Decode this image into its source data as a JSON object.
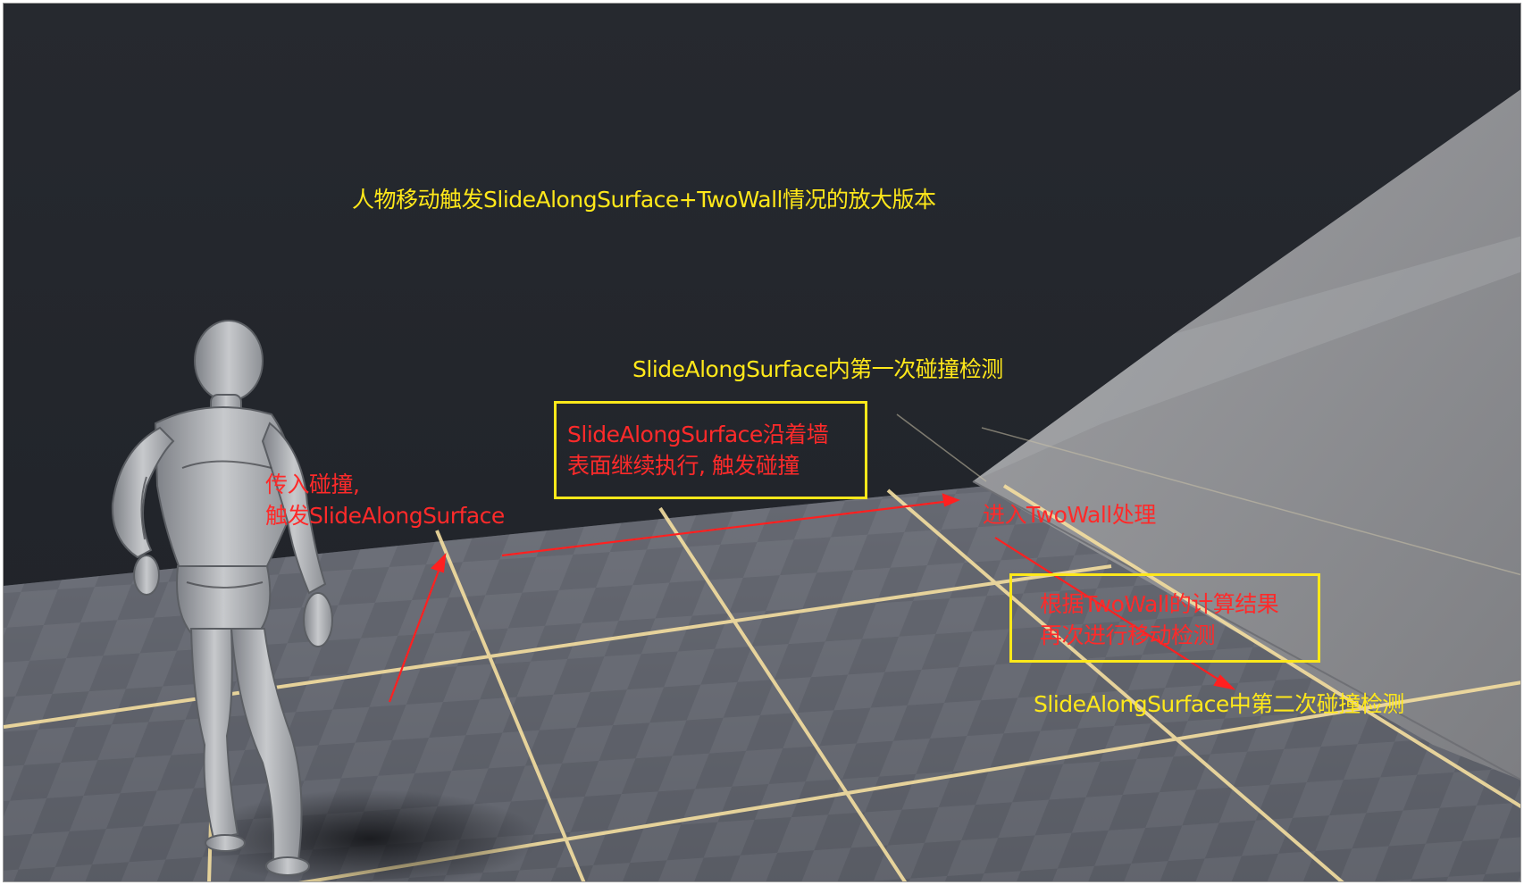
{
  "annotations": {
    "title": "人物移动触发SlideAlongSurface+TwoWall情况的放大版本",
    "first_check": "SlideAlongSurface内第一次碰撞检测",
    "slide_line1": "SlideAlongSurface沿着墙",
    "slide_line2": "表面继续执行, 触发碰撞",
    "collision_line1": "传入碰撞,",
    "collision_line2": "触发SlideAlongSurface",
    "enter_twowall": "进入TwoWall处理",
    "twowall_line1": "根据TwoWall的计算结果",
    "twowall_line2": "再次进行移动检测",
    "second_check": "SlideAlongSurface中第二次碰撞检测"
  },
  "colors": {
    "annotation_yellow": "#ffe81a",
    "annotation_red": "#ff2a2a",
    "background_wall": "#23262d",
    "floor": "#5a5d66",
    "grid_line": "#f5dfa0",
    "ramp": "#8a8b8e"
  }
}
